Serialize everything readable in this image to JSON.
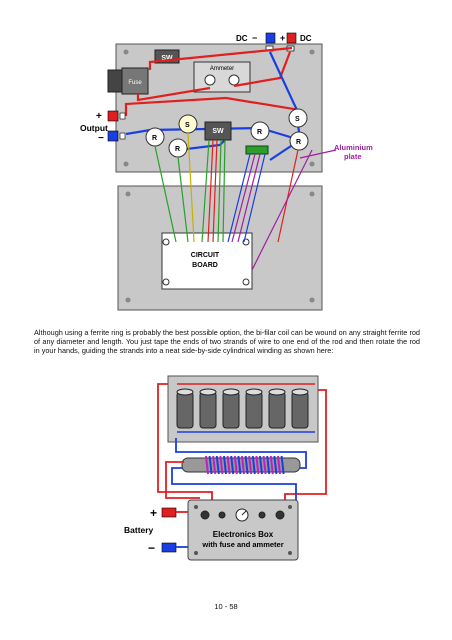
{
  "top_diagram": {
    "dc_left_label": "DC",
    "dc_right_label": "DC",
    "dc_minus_sign": "−",
    "dc_plus_sign": "+",
    "sw_top_label": "SW",
    "fuse_label": "Fuse",
    "ammeter_label": "Ammeter",
    "output_label": "Output",
    "output_plus_sign": "+",
    "output_minus_sign": "−",
    "resistor_label": "R",
    "switch_label": "S",
    "sw_mid_label": "SW",
    "aluminium_label_line1": "Aluminium",
    "aluminium_label_line2": "plate",
    "circuit_board_line1": "CIRCUIT",
    "circuit_board_line2": "BOARD"
  },
  "paragraph": "Although using a ferrite ring is probably the best possible option, the bi-filar coil can be wound on any straight ferrite rod of any diameter and length.  You just tape the ends of two strands of wire to one end of the rod and then rotate the rod in your hands, guiding the strands into a neat side-by-side cylindrical winding as shown here:",
  "bottom_diagram": {
    "battery_label": "Battery",
    "battery_plus_sign": "+",
    "battery_minus_sign": "−",
    "box_title_line1": "Electronics Box",
    "box_title_line2": "with fuse and ammeter"
  },
  "page_number": "10 - 58",
  "colors": {
    "red_wire": "#e02020",
    "blue_wire": "#1a3fe0",
    "purple": "#a020a0",
    "green_wire": "#2aa02a",
    "panel_gray": "#c8c8c8"
  }
}
